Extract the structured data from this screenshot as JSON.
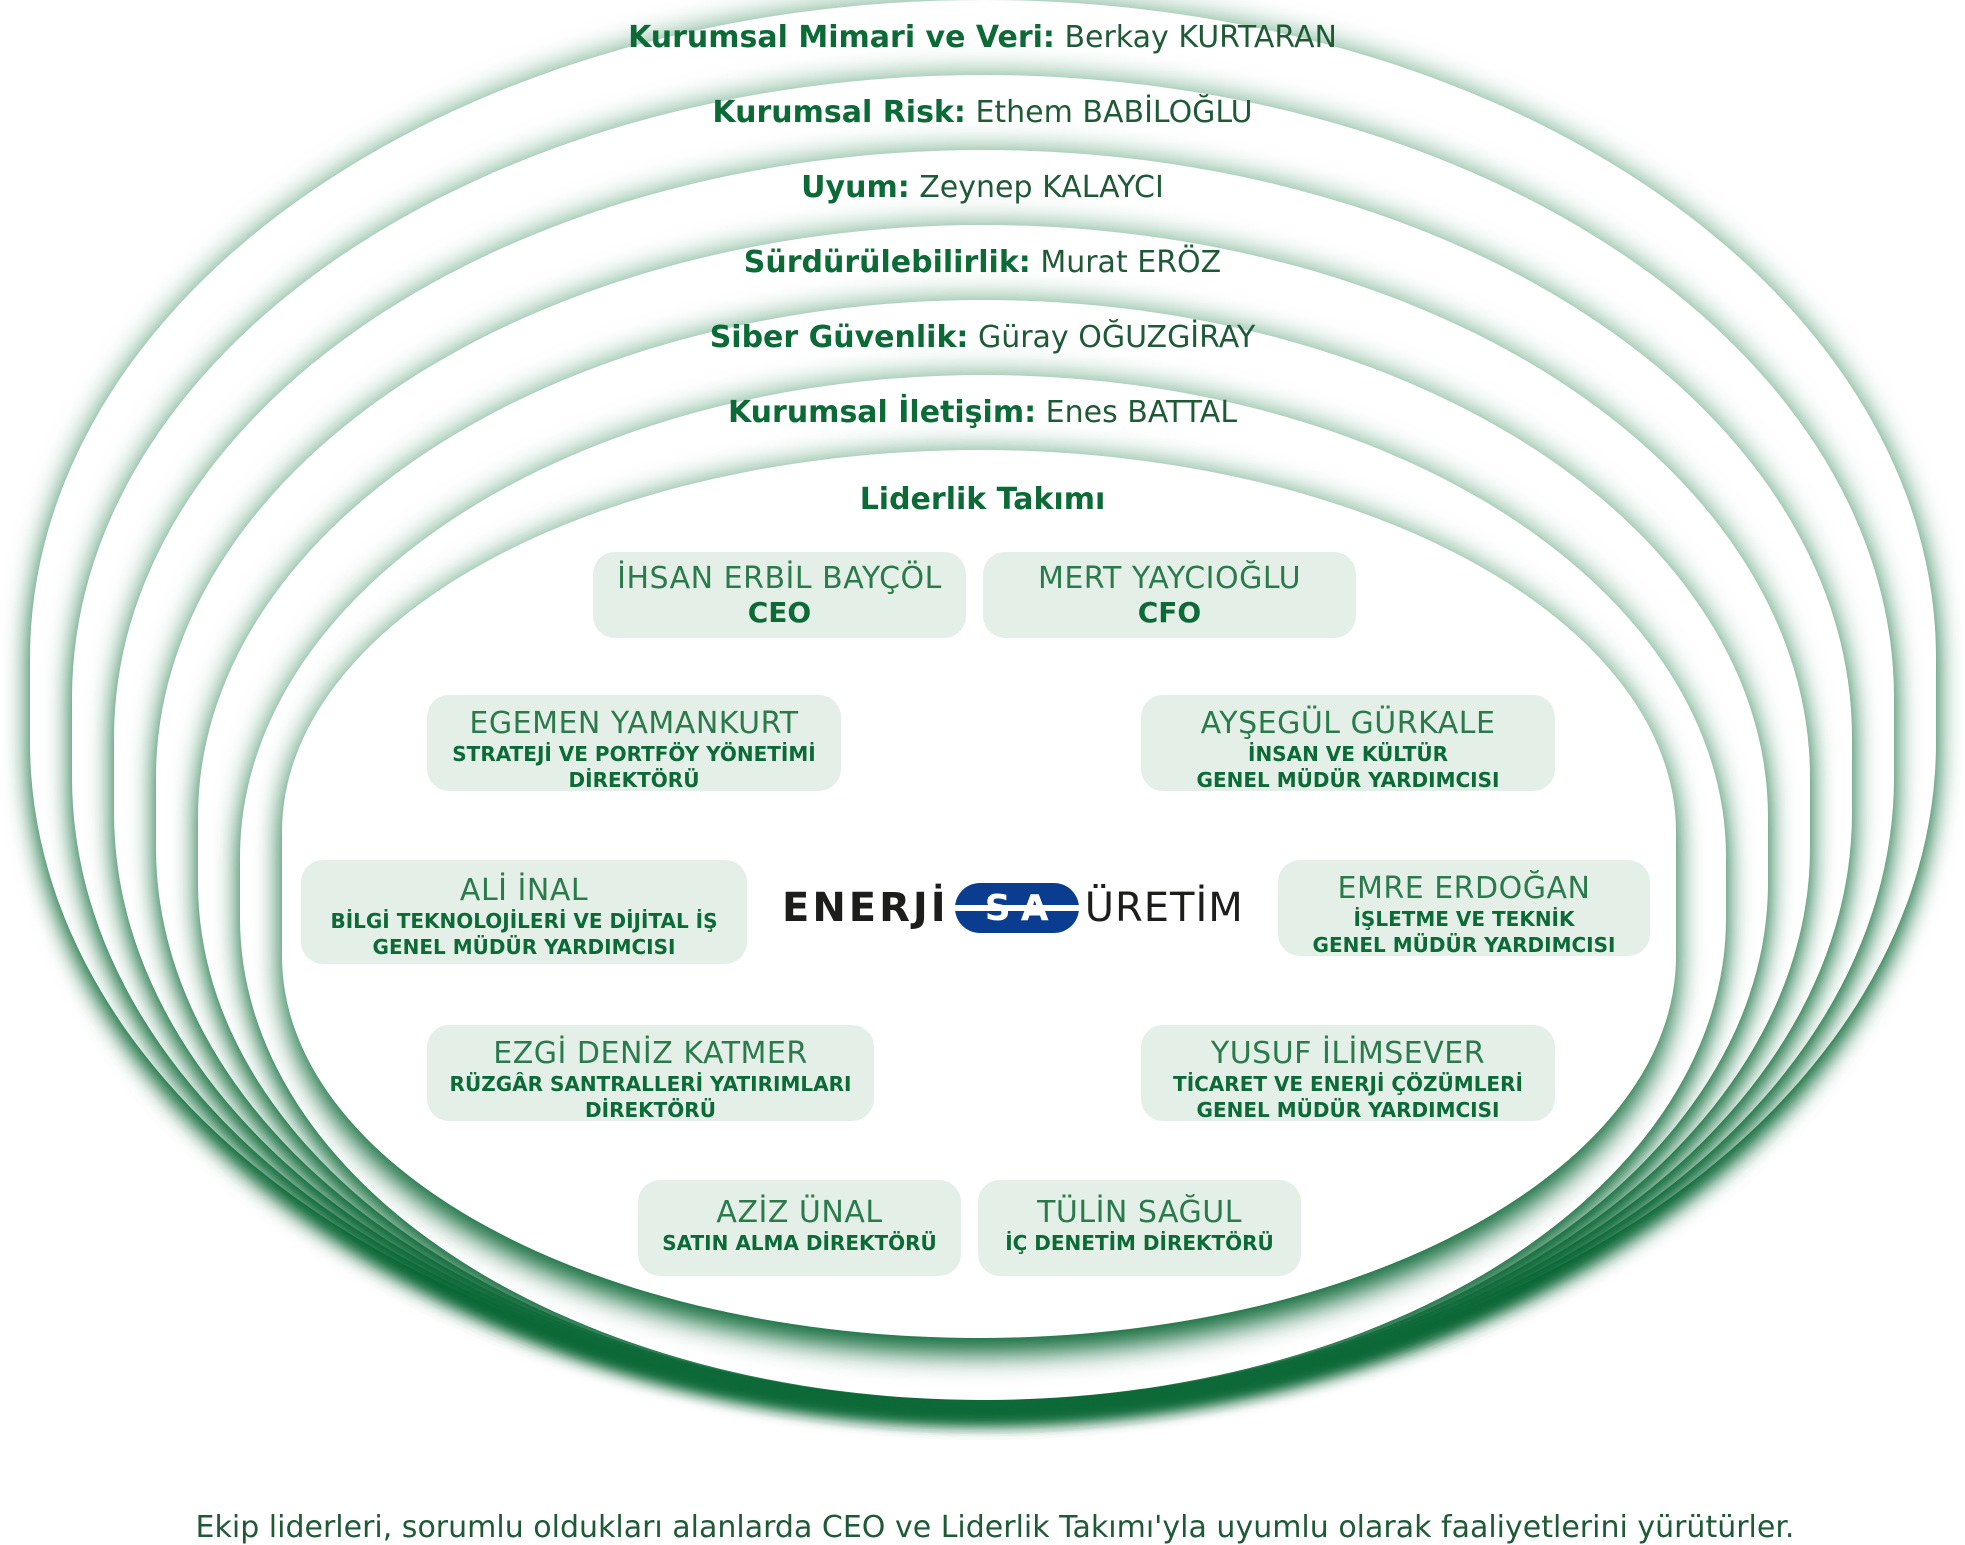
{
  "bands": [
    {
      "role": "Kurumsal Mimari ve Veri:",
      "name": "Berkay KURTARAN"
    },
    {
      "role": "Kurumsal Risk:",
      "name": "Ethem BABİLOĞLU"
    },
    {
      "role": "Uyum:",
      "name": "Zeynep KALAYCI"
    },
    {
      "role": "Sürdürülebilirlik:",
      "name": "Murat ERÖZ"
    },
    {
      "role": "Siber Güvenlik:",
      "name": "Güray OĞUZGİRAY"
    },
    {
      "role": "Kurumsal İletişim:",
      "name": "Enes BATTAL"
    }
  ],
  "leadership": {
    "title": "Liderlik Takımı",
    "members": [
      {
        "name": "İHSAN ERBİL BAYÇÖL",
        "role1": "CEO"
      },
      {
        "name": "MERT YAYCIOĞLU",
        "role1": "CFO"
      },
      {
        "name": "EGEMEN YAMANKURT",
        "role1": "STRATEJİ VE PORTFÖY YÖNETİMİ",
        "role2": "DİREKTÖRÜ"
      },
      {
        "name": "AYŞEGÜL GÜRKALE",
        "role1": "İNSAN VE KÜLTÜR",
        "role2": "GENEL MÜDÜR YARDIMCISI"
      },
      {
        "name": "ALİ İNAL",
        "role1": "BİLGİ TEKNOLOJİLERİ VE DİJİTAL İŞ",
        "role2": "GENEL MÜDÜR YARDIMCISI"
      },
      {
        "name": "EMRE ERDOĞAN",
        "role1": "İŞLETME VE TEKNİK",
        "role2": "GENEL MÜDÜR YARDIMCISI"
      },
      {
        "name": "EZGİ DENİZ KATMER",
        "role1": "RÜZGÂR SANTRALLERİ YATIRIMLARI",
        "role2": "DİREKTÖRÜ"
      },
      {
        "name": "YUSUF İLİMSEVER",
        "role1": "TİCARET VE ENERJİ ÇÖZÜMLERİ",
        "role2": "GENEL MÜDÜR YARDIMCISI"
      },
      {
        "name": "AZİZ ÜNAL",
        "role1": "SATIN ALMA DİREKTÖRÜ"
      },
      {
        "name": "TÜLİN SAĞUL",
        "role1": "İÇ DENETİM DİREKTÖRÜ"
      }
    ]
  },
  "logo": {
    "part1": "ENERJİ",
    "s": "S",
    "a": "A",
    "part2": "ÜRETİM"
  },
  "footer": "Ekip liderleri, sorumlu oldukları alanlarda CEO ve Liderlik Takımı'yla uyumlu olarak faaliyetlerini yürütürler.",
  "colors": {
    "brand_green": "#0b6a36",
    "card_bg": "#e4efe8",
    "logo_blue": "#0a3d8f"
  }
}
